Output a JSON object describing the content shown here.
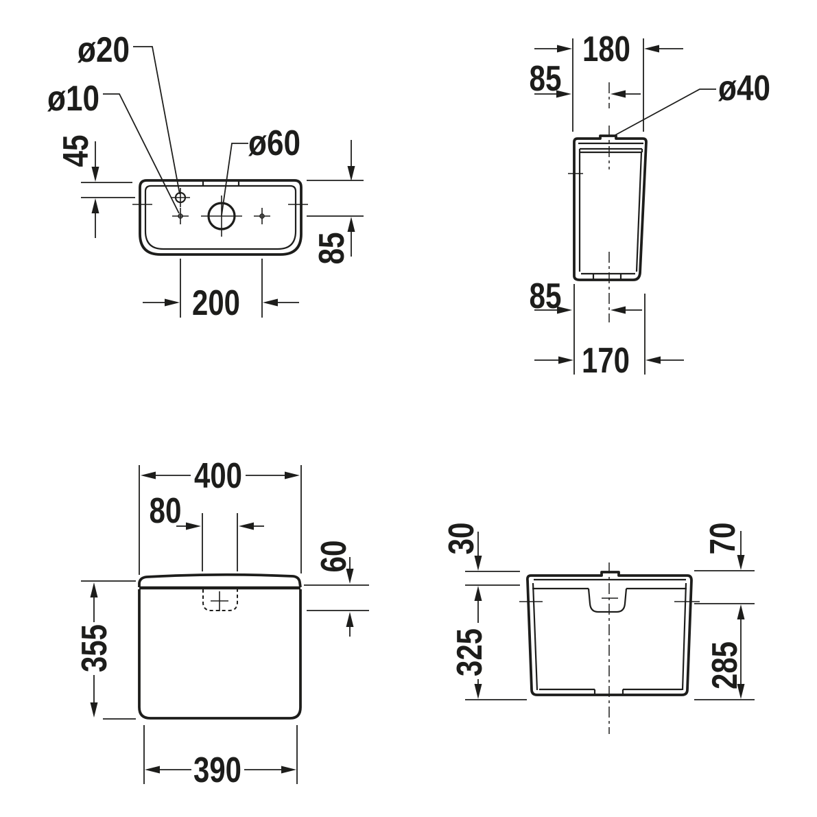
{
  "drawing_type": "technical-dimension-drawing",
  "colors": {
    "ink": "#1d1d1b",
    "background": "#ffffff"
  },
  "views": {
    "plan": {
      "labels": {
        "hole_top": "ø20",
        "hole_left": "ø10",
        "hole_center": "ø60",
        "offset_top": "45",
        "offset_right": "85",
        "hole_spacing": "200"
      }
    },
    "side": {
      "labels": {
        "width_top": "180",
        "offset_top": "85",
        "hole_lid": "ø40",
        "offset_bottom": "85",
        "width_bottom": "170"
      }
    },
    "front": {
      "labels": {
        "width_top": "400",
        "cutout_width": "80",
        "cutout_depth": "60",
        "height": "355",
        "width_bottom": "390"
      }
    },
    "rear": {
      "labels": {
        "lid_top_height": "30",
        "lid_skirt_height": "70",
        "body_height": "325",
        "inner_height": "285"
      }
    }
  }
}
